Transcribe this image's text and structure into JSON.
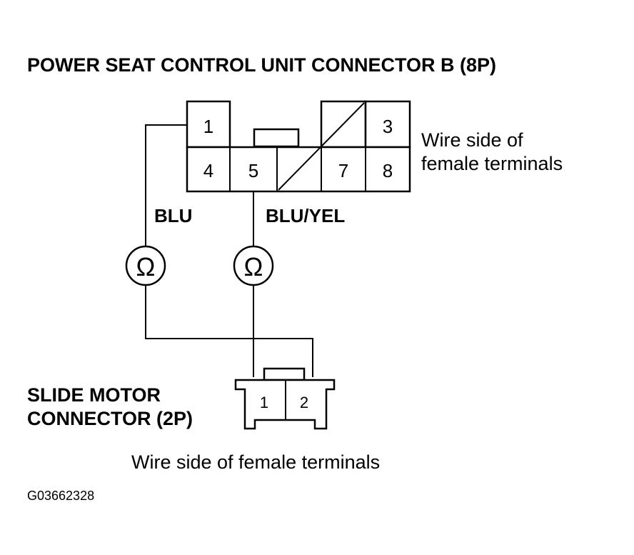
{
  "title": "POWER SEAT CONTROL UNIT CONNECTOR B (8P)",
  "connector_b": {
    "note_line1": "Wire side of",
    "note_line2": "female terminals",
    "terminals": {
      "t1": "1",
      "t3": "3",
      "t4": "4",
      "t5": "5",
      "t7": "7",
      "t8": "8"
    }
  },
  "wires": {
    "left_label": "BLU",
    "right_label": "BLU/YEL"
  },
  "meter_symbol": "Ω",
  "slide_motor": {
    "label_line1": "SLIDE MOTOR",
    "label_line2": "CONNECTOR (2P)",
    "terminals": {
      "t1": "1",
      "t2": "2"
    },
    "note": "Wire side of female terminals"
  },
  "figure_id": "G03662328"
}
